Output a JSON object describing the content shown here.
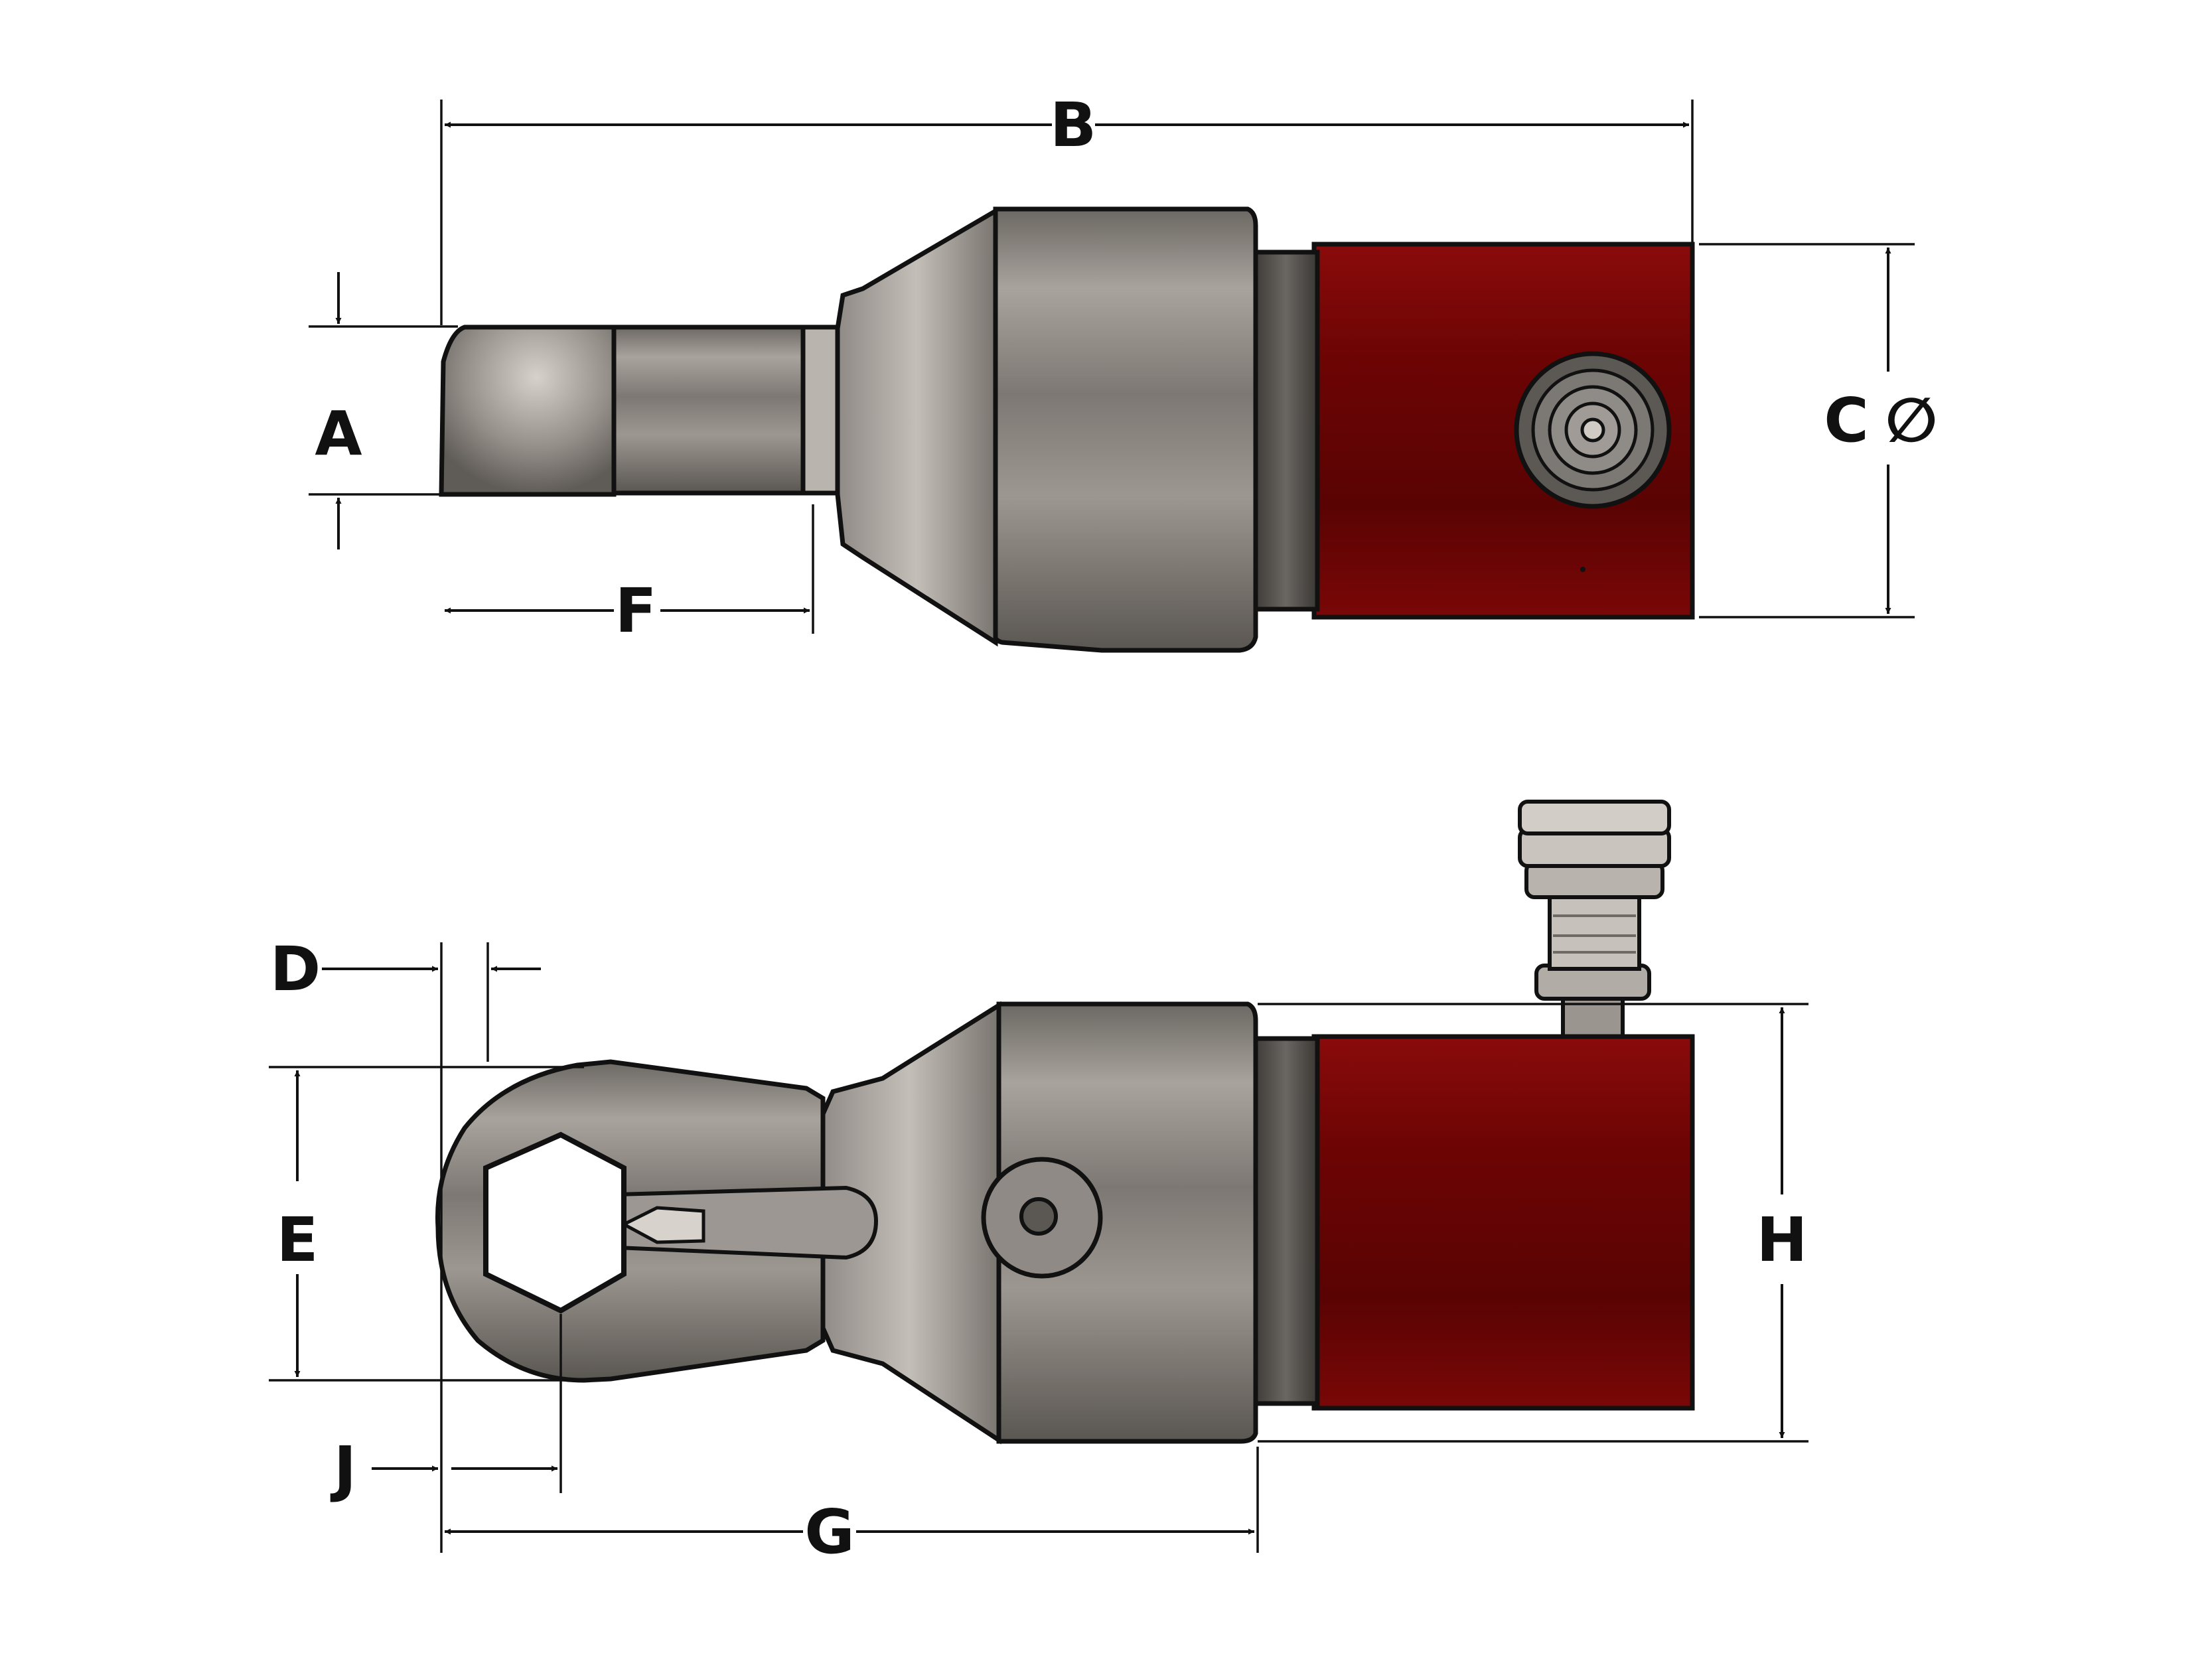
{
  "dimensions": {
    "a": "A",
    "b": "B",
    "c": "C",
    "c_symbol": "∅",
    "d": "D",
    "e": "E",
    "f": "F",
    "g": "G",
    "h": "H",
    "j": "J"
  },
  "colors": {
    "steel_dark": "#4f4b47",
    "steel_mid": "#8a8580",
    "steel_light": "#c9c5c0",
    "cylinder_red": "#7a0606",
    "cylinder_red_dark": "#4c0303",
    "line": "#111111"
  }
}
